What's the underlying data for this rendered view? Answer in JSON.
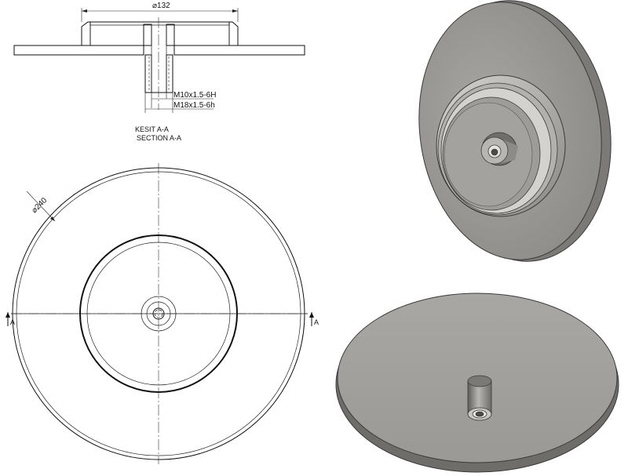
{
  "section_view": {
    "diameter_label": "⌀132",
    "thread_internal": "M10x1.5-6H",
    "thread_external": "M18x1.5-6h",
    "caption_tr": "KESIT A-A",
    "caption_en": "SECTION A-A"
  },
  "front_view": {
    "diameter_label": "⌀240",
    "section_marker_left": "A",
    "section_marker_right": "A"
  },
  "colors": {
    "line": "#111111",
    "hatch": "#333333",
    "model_face": "#9a9894",
    "model_face_light": "#c9c7c3",
    "model_edge": "#3a3a3a"
  }
}
